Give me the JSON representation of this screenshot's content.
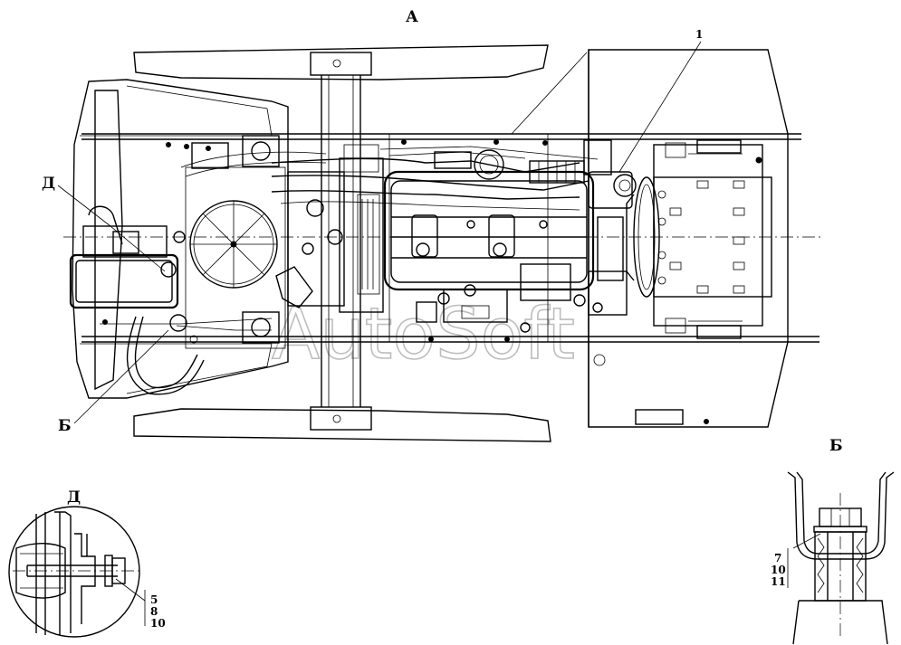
{
  "labels": {
    "view_a": "А",
    "callout_1": "1",
    "view_d": "Д",
    "view_b": "Б",
    "detail_d_title": "Д",
    "detail_b_title": "Б"
  },
  "detail_d_parts": [
    "5",
    "8",
    "10"
  ],
  "detail_b_parts": [
    "7",
    "10",
    "11"
  ],
  "watermark": "AutoSoft"
}
